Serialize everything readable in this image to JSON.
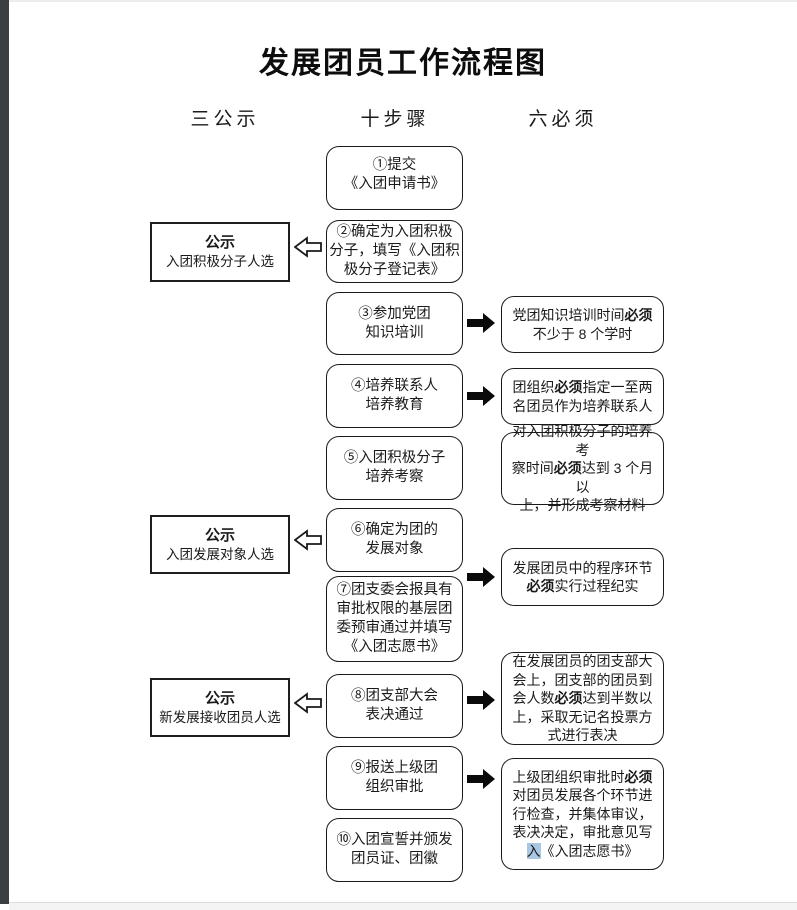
{
  "page": {
    "title": "发展团员工作流程图",
    "columns": [
      {
        "label": "三公示"
      },
      {
        "label": "十步骤"
      },
      {
        "label": "六必须"
      }
    ]
  },
  "steps": [
    {
      "text": "①提交\n《入团申请书》"
    },
    {
      "text": "②确定为入团积极\n分子，填写《入团积\n极分子登记表》"
    },
    {
      "text": "③参加党团\n知识培训"
    },
    {
      "text": "④培养联系人\n培养教育"
    },
    {
      "text": "⑤入团积极分子\n培养考察"
    },
    {
      "text": "⑥确定为团的\n发展对象"
    },
    {
      "text": "⑦团支委会报具有\n审批权限的基层团\n委预审通过并填写\n《入团志愿书》"
    },
    {
      "text": "⑧团支部大会\n表决通过"
    },
    {
      "text": "⑨报送上级团\n组织审批"
    },
    {
      "text": "⑩入团宣誓并颁发\n团员证、团徽"
    }
  ],
  "notices": [
    {
      "title": "公示",
      "subtitle": "入团积极分子人选"
    },
    {
      "title": "公示",
      "subtitle": "入团发展对象人选"
    },
    {
      "title": "公示",
      "subtitle": "新发展接收团员人选"
    }
  ],
  "requirements": [
    {
      "segments": [
        {
          "t": "党团知识培训时间"
        },
        {
          "t": "必须",
          "style": "bold"
        },
        {
          "t": "\n不少于 8 个学时"
        }
      ]
    },
    {
      "segments": [
        {
          "t": "团组织"
        },
        {
          "t": "必须",
          "style": "bold"
        },
        {
          "t": "指定一至两\n名团员作为培养联系人"
        }
      ]
    },
    {
      "segments": [
        {
          "t": "对入团积极分子的培养考\n察时间"
        },
        {
          "t": "必须",
          "style": "bold"
        },
        {
          "t": "达到 3 个月以\n上，并形成考察材料"
        }
      ]
    },
    {
      "segments": [
        {
          "t": "发展团员中的程序环节\n"
        },
        {
          "t": "必须",
          "style": "bold"
        },
        {
          "t": "实行过程纪实"
        }
      ]
    },
    {
      "segments": [
        {
          "t": "在发展团员的团支部大\n会上，团支部的团员到\n会人数"
        },
        {
          "t": "必须",
          "style": "bold"
        },
        {
          "t": "达到半数以\n上，采取无记名投票方\n式进行表决"
        }
      ]
    },
    {
      "segments": [
        {
          "t": "上级团组织审批时"
        },
        {
          "t": "必须",
          "style": "bold"
        },
        {
          "t": "\n对团员发展各个环节进\n行检查，并集体审议，\n表决决定，审批意见写\n"
        },
        {
          "t": "入",
          "style": "highlight"
        },
        {
          "t": "《入团志愿书》"
        }
      ]
    }
  ],
  "colors": {
    "highlight": "#a9c7e2",
    "edge": "#3b3f42",
    "border": "#1a1a1a",
    "bottom_gap": "#f4f4f4"
  }
}
